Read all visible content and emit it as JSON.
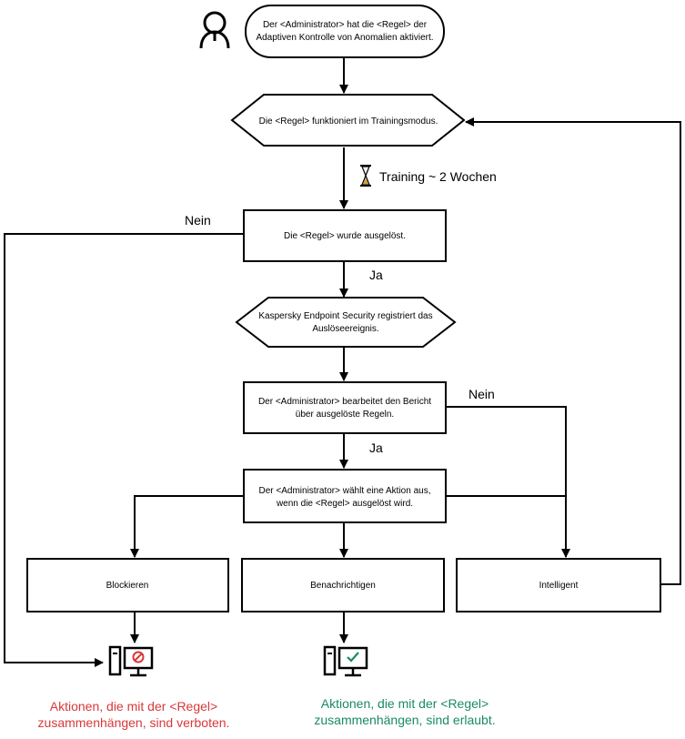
{
  "nodes": {
    "start": {
      "line1": "Der <Administrator> hat die <Regel> der",
      "line2": "Adaptiven Kontrolle von Anomalien aktiviert."
    },
    "training_mode": {
      "text": "Die <Regel> funktioniert im Trainingsmodus."
    },
    "triggered": {
      "text": "Die <Regel> wurde ausgelöst."
    },
    "registers": {
      "line1": "Kaspersky Endpoint Security registriert das",
      "line2": "Auslöseereignis."
    },
    "edit_report": {
      "line1": "Der <Administrator> bearbeitet den Bericht",
      "line2": "über ausgelöste Regeln."
    },
    "choose_action": {
      "line1": "Der <Administrator> wählt eine Aktion aus,",
      "line2": "wenn die <Regel> ausgelöst wird."
    },
    "block": {
      "text": "Blockieren"
    },
    "notify": {
      "text": "Benachrichtigen"
    },
    "intelligent": {
      "text": "Intelligent"
    }
  },
  "edge_labels": {
    "training_duration": "Training ~ 2 Wochen",
    "no_left": "Nein",
    "yes_1": "Ja",
    "no_right": "Nein",
    "yes_2": "Ja"
  },
  "results": {
    "forbidden": {
      "line1": "Aktionen, die mit der <Regel>",
      "line2": "zusammenhängen, sind verboten.",
      "color": "#d9383a",
      "icon": "blocked-computer-icon"
    },
    "allowed": {
      "line1": "Aktionen, die mit der <Regel>",
      "line2": "zusammenhängen, sind erlaubt.",
      "color": "#1a8a68",
      "icon": "allowed-computer-icon"
    }
  },
  "icons": {
    "actor": "user-icon",
    "timer": "hourglass-icon"
  }
}
